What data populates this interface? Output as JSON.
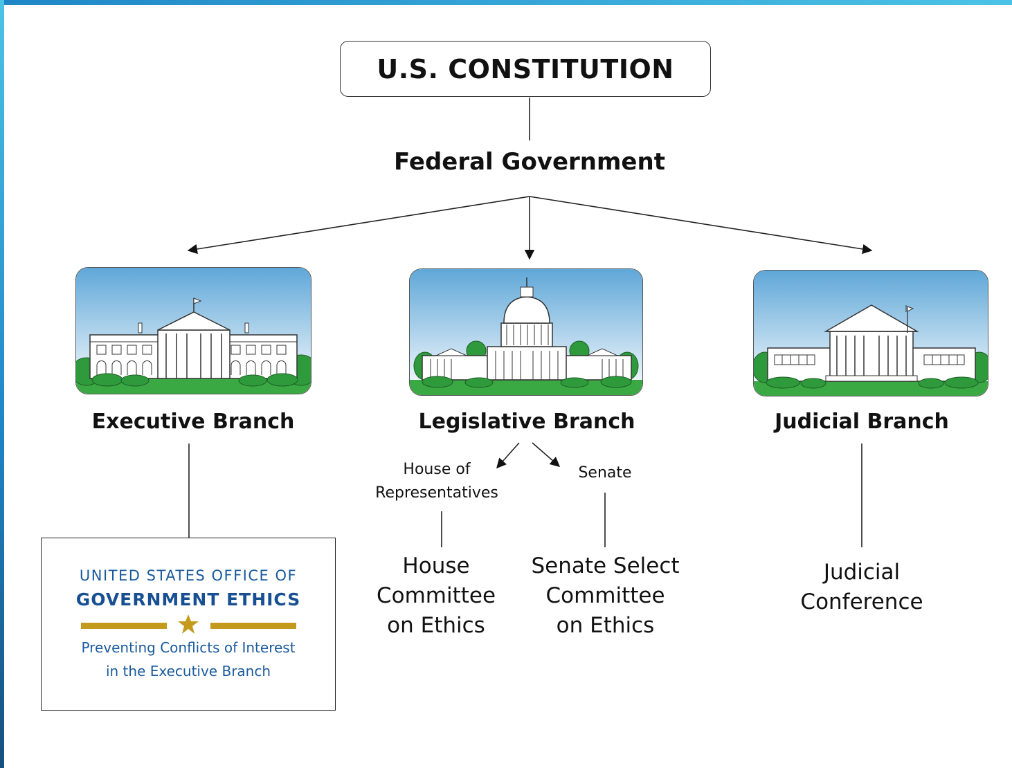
{
  "diagram": {
    "root": "U.S. CONSTITUTION",
    "federal": "Federal Government",
    "executive": {
      "title": "Executive Branch",
      "building": "white-house-illustration",
      "logo": {
        "line1": "UNITED STATES OFFICE OF",
        "line2": "GOVERNMENT ETHICS",
        "tagline1": "Preventing Conflicts of Interest",
        "tagline2": "in the Executive Branch",
        "star_icon": "star-icon"
      }
    },
    "legislative": {
      "title": "Legislative Branch",
      "building": "capitol-illustration",
      "house": {
        "label_line1": "House of",
        "label_line2": "Representatives",
        "committee_line1": "House",
        "committee_line2": "Committee",
        "committee_line3": "on Ethics"
      },
      "senate": {
        "label": "Senate",
        "committee_line1": "Senate Select",
        "committee_line2": "Committee",
        "committee_line3": "on Ethics"
      }
    },
    "judicial": {
      "title": "Judicial Branch",
      "building": "supreme-court-illustration",
      "conference_line1": "Judicial",
      "conference_line2": "Conference"
    },
    "colors": {
      "frame": "#1f86c6",
      "sky_top": "#5fa7d8",
      "grass": "#3aa843",
      "logo_blue": "#174f92",
      "logo_gold": "#c39a1c"
    }
  }
}
